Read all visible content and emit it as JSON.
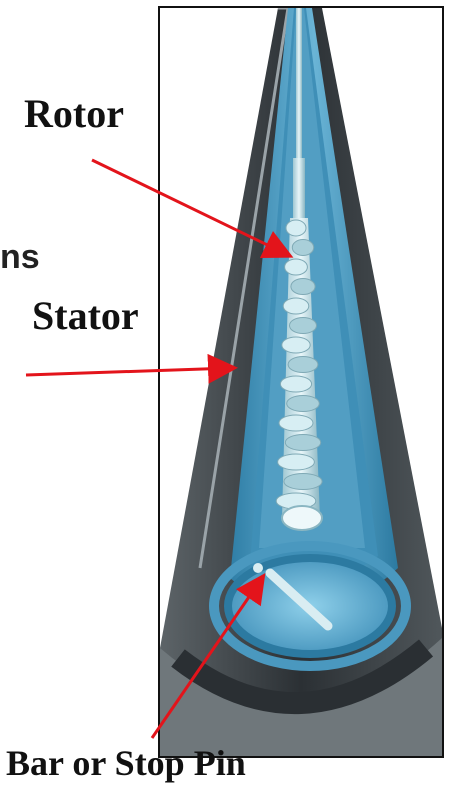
{
  "labels": {
    "rotor": "Rotor",
    "stator": "Stator",
    "stop_pin": "Bar or Stop Pin",
    "partial_text": "ns"
  },
  "colors": {
    "arrow": "#e3141b",
    "stator_outer": "#3b4146",
    "stator_inner": "#4a8fb3",
    "rotor": "#cfe6ec"
  }
}
